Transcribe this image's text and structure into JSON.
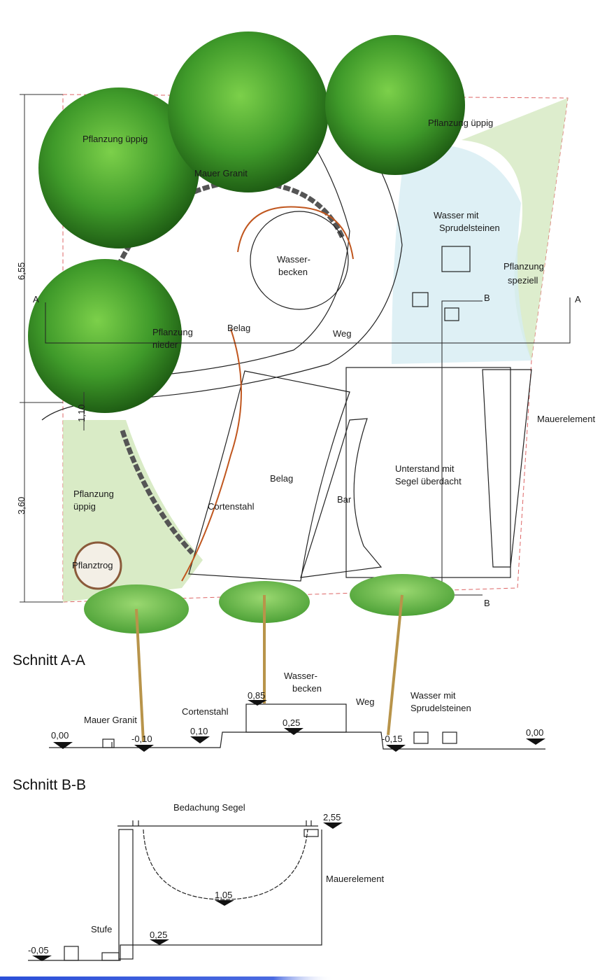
{
  "plan": {
    "labels": {
      "planting_lush_nw": "Pflanzung üppig",
      "wall_granite": "Mauer Granit",
      "planting_lush_ne": "Pflanzung üppig",
      "water_bubble_1": "Wasser mit",
      "water_bubble_2": "Sprudelsteinen",
      "pool_1": "Wasser-",
      "pool_2": "becken",
      "planting_special_1": "Pflanzung",
      "planting_special_2": "speziell",
      "planting_low_1": "Pflanzung",
      "planting_low_2": "nieder",
      "paving_upper": "Belag",
      "path": "Weg",
      "wall_element": "Mauerelement",
      "shelter_1": "Unterstand mit",
      "shelter_2": "Segel überdacht",
      "paving_lower": "Belag",
      "planting_lush_sw_1": "Pflanzung",
      "planting_lush_sw_2": "üppig",
      "bar": "Bar",
      "corten": "Cortenstahl",
      "planter": "Pflanztrog"
    },
    "section_markers": {
      "a_left": "A",
      "a_right": "A",
      "b_top": "B",
      "b_bottom": "B"
    },
    "dimensions": {
      "d1": "6,55",
      "d2": "3,60",
      "d3": "1,10"
    }
  },
  "section_aa": {
    "title": "Schnitt A-A",
    "labels": {
      "pool_1": "Wasser-",
      "pool_2": "becken",
      "path": "Weg",
      "water_1": "Wasser mit",
      "water_2": "Sprudelsteinen",
      "wall": "Mauer Granit",
      "corten": "Cortenstahl"
    },
    "levels": {
      "l1": "0,00",
      "l2": "-0,10",
      "l3": "0,10",
      "l4": "0,85",
      "l5": "0,25",
      "l6": "-0,15",
      "l7": "0,00"
    }
  },
  "section_bb": {
    "title": "Schnitt B-B",
    "labels": {
      "roof": "Bedachung Segel",
      "wall": "Mauerelement",
      "step": "Stufe"
    },
    "levels": {
      "l1": "2,55",
      "l2": "1,05",
      "l3": "0,25",
      "l4": "-0,05"
    }
  },
  "colors": {
    "tree": "#3f9a2a",
    "tree_dark": "#1f5e14",
    "grass": "#cfe6b8",
    "water": "#d6ecf2",
    "paving": "#e8d5c4",
    "corten": "#c0561e"
  }
}
